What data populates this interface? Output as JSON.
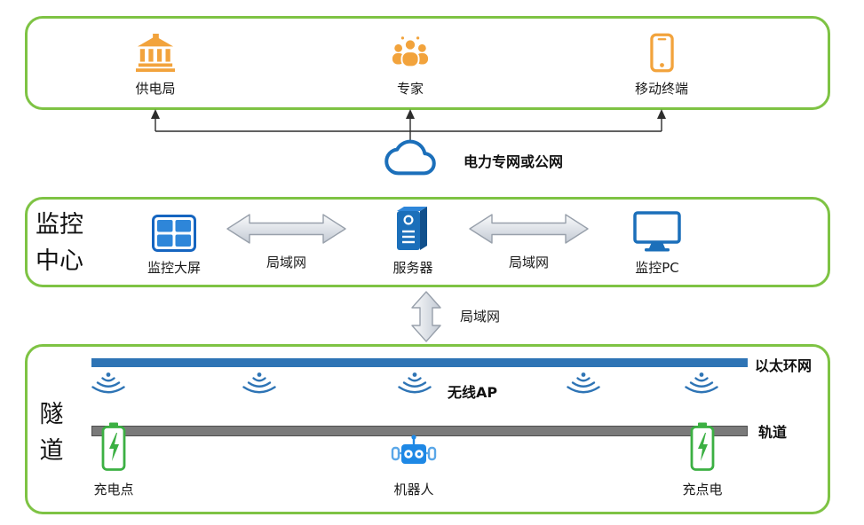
{
  "colors": {
    "box_border": "#7EC344",
    "orange": "#F2A33C",
    "blue": "#1B6FBA",
    "bright_blue": "#1E88E5",
    "bar_blue": "#2E74B5",
    "rail_gray": "#7A7A7A",
    "battery_green": "#3CB043",
    "line_black": "#2D2D2D"
  },
  "cloud_layer": {
    "nodes": [
      {
        "label": "供电局",
        "icon": "bank-icon"
      },
      {
        "label": "专家",
        "icon": "experts-icon"
      },
      {
        "label": "移动终端",
        "icon": "smartphone-icon"
      }
    ],
    "cloud": {
      "icon": "cloud-icon",
      "label": "电力专网或公网"
    }
  },
  "monitor_center": {
    "title": "监控中心",
    "nodes": [
      {
        "label": "监控大屏",
        "icon": "video-wall-icon"
      },
      {
        "label": "服务器",
        "icon": "server-icon"
      },
      {
        "label": "监控PC",
        "icon": "monitor-icon"
      }
    ],
    "links": [
      {
        "label": "局域网"
      },
      {
        "label": "局域网"
      }
    ]
  },
  "backbone_link": {
    "label": "局域网"
  },
  "tunnel": {
    "title": "隧道",
    "ethernet_bar_label": "以太环网",
    "wireless_ap_label": "无线AP",
    "wifi_ap_count": 5,
    "rail_label": "轨道",
    "items": [
      {
        "label": "充电点",
        "icon": "battery-charging-icon"
      },
      {
        "label": "机器人",
        "icon": "robot-icon"
      },
      {
        "label": "充点电",
        "icon": "battery-charging-icon"
      }
    ]
  }
}
